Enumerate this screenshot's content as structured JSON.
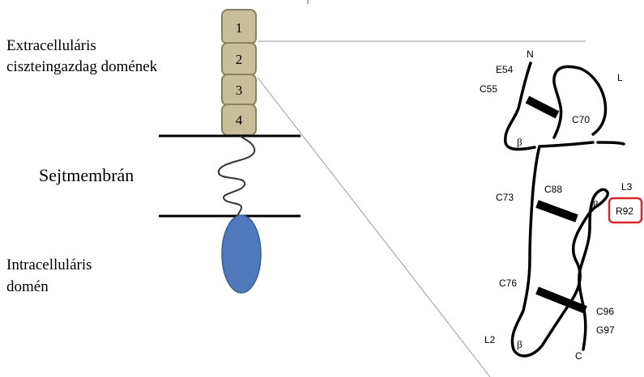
{
  "labels": {
    "extracellular_line1": "Extracelluláris",
    "extracellular_line2": "ciszteingazdag domének",
    "membrane": "Sejtmembrán",
    "intracellular_line1": "Intracelluláris",
    "intracellular_line2": "domén"
  },
  "domains": [
    "1",
    "2",
    "3",
    "4"
  ],
  "structure": {
    "n_term": "N",
    "c_term": "C",
    "beta": "β",
    "residues": {
      "E54": "E54",
      "C55": "C55",
      "L": "L",
      "C70": "C70",
      "C73": "C73",
      "C88": "C88",
      "L3": "L3",
      "R92": "R92",
      "C76": "C76",
      "C96": "C96",
      "G97": "G97",
      "L2": "L2"
    }
  },
  "colors": {
    "domain_fill": "#c8bf9a",
    "domain_stroke": "#8a8062",
    "intracellular_fill": "#4f79bb",
    "intracellular_stroke": "#3a5d94",
    "highlight": "#d8272d",
    "zoom_line": "#9a9a9a"
  }
}
